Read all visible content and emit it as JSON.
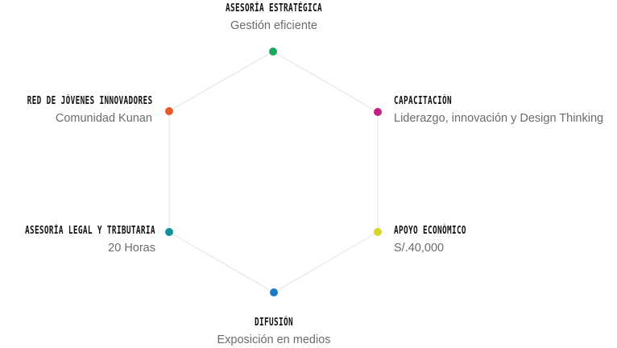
{
  "diagram": {
    "nodes": [
      {
        "id": "top",
        "title": "ASESORÍA ESTRATÉGICA",
        "subtitle": "Gestión eficiente",
        "color": "#1aa85a"
      },
      {
        "id": "tr",
        "title": "CAPACITACIÓN",
        "subtitle": "Liderazgo, innovación y Design Thinking",
        "color": "#c2207e"
      },
      {
        "id": "br",
        "title": "APOYO ECONÓMICO",
        "subtitle": "S/.40,000",
        "color": "#d6d72a"
      },
      {
        "id": "bottom",
        "title": "DIFUSIÓN",
        "subtitle": "Exposición en medios",
        "color": "#1b7cc4"
      },
      {
        "id": "bl",
        "title": "ASESORÍA LEGAL Y TRIBUTARIA",
        "subtitle": "20 Horas",
        "color": "#13929a"
      },
      {
        "id": "tl",
        "title": "RED DE JÓVENES INNOVADORES",
        "subtitle": "Comunidad Kunan",
        "color": "#e8582a"
      }
    ],
    "edge_color": "#e2e2e2"
  }
}
